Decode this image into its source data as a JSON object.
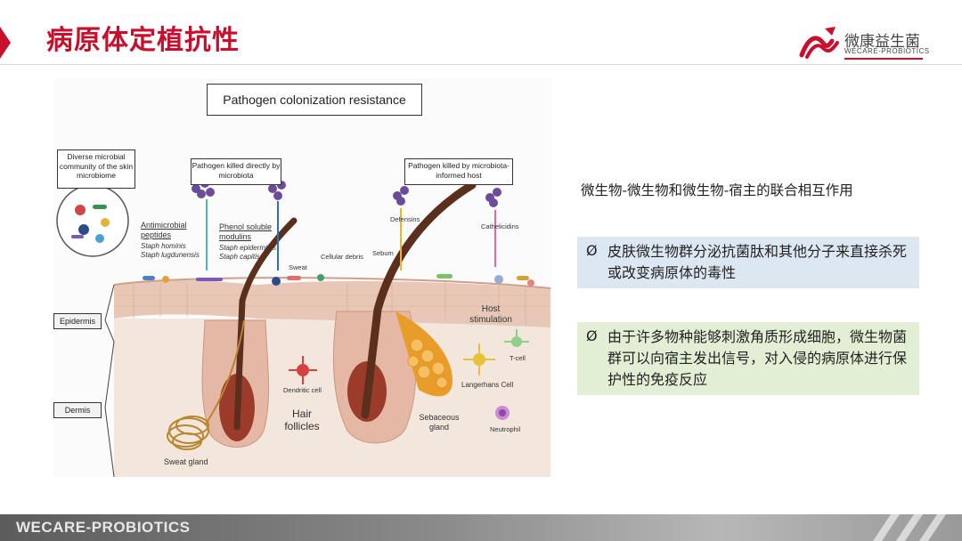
{
  "header": {
    "title": "病原体定植抗性",
    "logo_cn": "微康益生菌",
    "logo_en": "WECARE-PROBIOTICS"
  },
  "figure": {
    "main_title": "Pathogen colonization resistance",
    "callouts": {
      "diverse": "Diverse microbial community of the skin microbiome",
      "killed_direct": "Pathogen killed directly by microbiota",
      "killed_host": "Pathogen killed by microbiota-informed host"
    },
    "labels": {
      "antimicrobial": "Antimicrobial peptides",
      "staph_hominis": "Staph hominis",
      "staph_lugdunensis": "Staph lugdunensis",
      "phenol": "Phenol soluble modulins",
      "staph_epidermidis": "Staph epidermidis",
      "staph_capitis": "Staph capitis",
      "defensins": "Defensins",
      "cathelicidins": "Cathelicidins",
      "sweat": "Sweat",
      "cellular_debris": "Cellular debris",
      "sebum": "Sebum",
      "host_stimulation": "Host stimulation",
      "epidermis": "Epidermis",
      "dermis": "Dermis",
      "dendritic": "Dendritic cell",
      "hair_follicles": "Hair follicles",
      "t_cell": "T-cell",
      "langerhans": "Langerhans Cell",
      "sebaceous": "Sebaceous gland",
      "neutrophil": "Neutrophil",
      "sweat_gland": "Sweat gland"
    }
  },
  "content": {
    "subtitle": "微生物-微生物和微生物-宿主的联合相互作用",
    "bullet_symbol": "Ø",
    "point1": "皮肤微生物群分泌抗菌肽和其他分子来直接杀死或改变病原体的毒性",
    "point2": "由于许多物种能够刺激角质形成细胞，微生物菌群可以向宿主发出信号，对入侵的病原体进行保护性的免疫反应"
  },
  "footer": {
    "brand": "WECARE-PROBIOTICS"
  },
  "colors": {
    "brand_red": "#c8102e",
    "panel_blue": "#dde7f2",
    "panel_green": "#e3efd5"
  }
}
